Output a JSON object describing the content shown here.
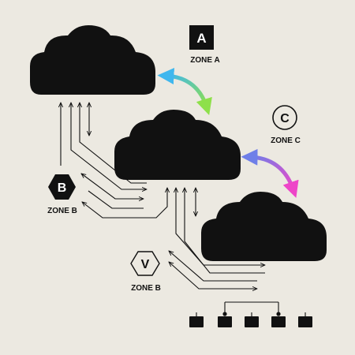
{
  "zones": {
    "a": {
      "badge": "A",
      "label": "ZONE A"
    },
    "b": {
      "badge": "B",
      "label": "ZONE B"
    },
    "c": {
      "badge": "C",
      "label": "ZONE C"
    },
    "v": {
      "badge": "V",
      "label": "ZONE B"
    }
  },
  "colors": {
    "background": "#ece9e1",
    "ink": "#111111",
    "arrow_a_start": "#3fb7ee",
    "arrow_a_end": "#8ee04a",
    "arrow_c_start": "#6f7fe8",
    "arrow_c_end": "#ee45c8"
  },
  "icons": [
    "cloud-icon",
    "double-arrow-icon",
    "server-icon",
    "hexagon-badge-icon",
    "circle-badge-icon",
    "square-badge-icon"
  ]
}
